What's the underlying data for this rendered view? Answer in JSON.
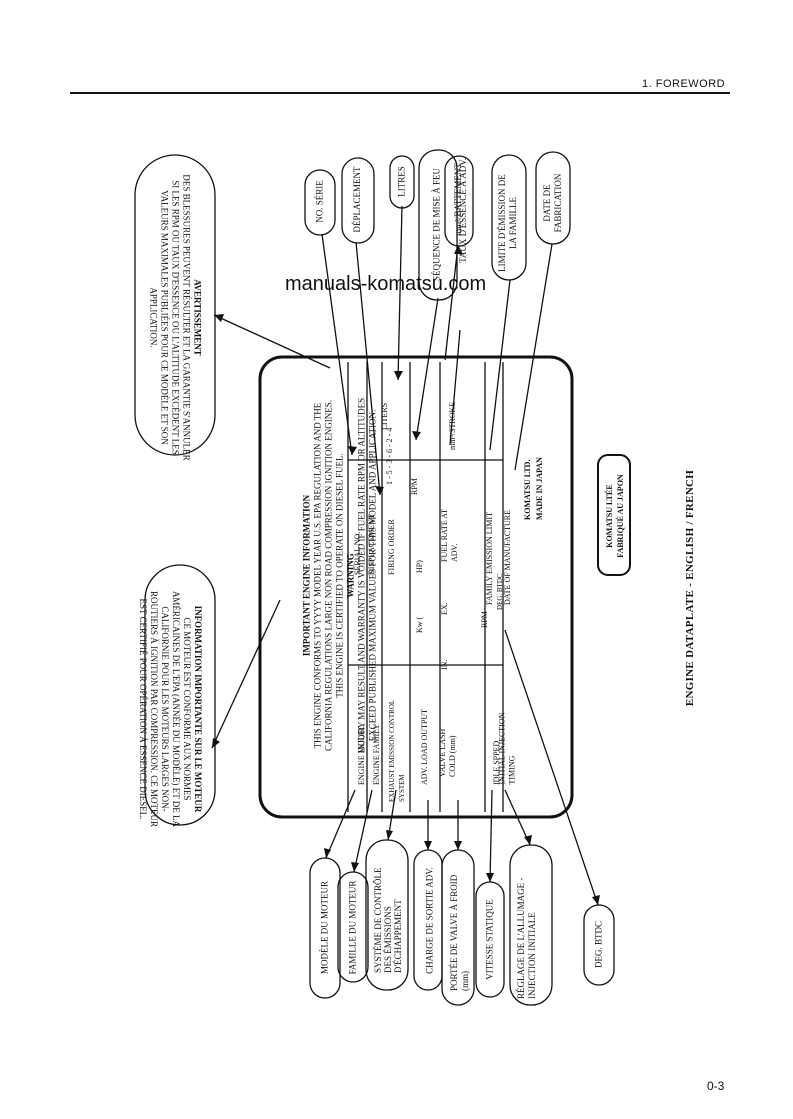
{
  "header": {
    "section": "1.   FOREWORD"
  },
  "watermark": "manuals-komatsu.com",
  "page_number": "0-3",
  "figure_caption": "ENGINE DATAPLATE - ENGLISH / FRENCH",
  "avertissement": {
    "title": "AVERTISSEMENT",
    "text": "DES BLESSURES PEUVENT RÉSULTER ET LA GARANTIE S'ANNULER SI LES RPM OU TAUX D'ESSENCE OU L'ALTITUDE EXCÈDENT LES VALEURS MAXIMALES PUBLIÉES POUR CE MODÈLE ET SON APPLICATION."
  },
  "information": {
    "title": "INFORMATION IMPORTANTE SUR LE MOTEUR",
    "text": "CE MOTEUR EST CONFORME AUX NORMES AMÉRICAINES DE L'EPA (ANNÉE DU MODÈLE) ET DE LA CALIFORNIE POUR LES MOTEURS LARGES NON-ROUTIERS À IGNITION PAR COMPRESSION. CE MOTEUR EST CERTIFIÉ POUR OPÉRATION À ESSENCE DIESEL."
  },
  "plate": {
    "title": "IMPORTANT ENGINE INFORMATION",
    "text": "THIS ENGINE CONFORMS TO YYYY MODEL YEAR U.S. EPA REGULATION AND THE CALIFORNIA REGULATIONS LARGE NON ROAD COMPRESSION IGNITION ENGINES. THIS ENGINE IS CERTIFIED TO OPERATE ON DIESEL FUEL.",
    "warning_title": "WARNING",
    "warning_text": "INJURY MAY RESULT AND WARRANTY IS VOIDED IF FUEL RATE RPM OR ALTITUDES EXCEED PUBLISHED MAXIMUM VALUES FOR THIS MODEL AND APPLICATION.",
    "left_rows": [
      "ENGINE MODEL",
      "ENGINE FAMILY",
      "EXHAUST EMISSION CONTROL SYSTEM",
      "ADV. LOAD OUTPUT",
      "VALVE LASH COLD (mm)",
      "IDLE SPPED",
      "INITIAL INJECTION TIMING"
    ],
    "right_rows": [
      "SERIAL NO.",
      "DISPLACEMENT",
      "FIRING ORDER",
      "FUEL RATE AT ADV.",
      "FAMILY EMISSION LIMIT",
      "DATE OF MANUFACTURE"
    ],
    "liters": "LITERS",
    "firing": "1 - 5 - 3 - 6 - 2 - 4",
    "rpm": "RPM",
    "stroke": "mm³/STROKE",
    "kw": "Kw (",
    "hp": "HP)",
    "in": "IN.",
    "ex": "EX.",
    "rpm2": "RPM",
    "deg": "DEG. BTDC",
    "maker": "KOMATSU LTD.",
    "made": "MADE IN JAPAN"
  },
  "top_labels": [
    "NO. SÉRIE",
    "DÉPLACEMENT",
    "LITRES",
    "SÉQUENCE DE MISE À FEU",
    "mm³/BATTEMENT",
    "TAUX D'ESSENCE À ADV.",
    "LIMITE D'ÉMISSION DE LA FAMILLE",
    "DATE DE FABRICATION"
  ],
  "bottom_labels": [
    "MODÈLE DU MOTEUR",
    "FAMILLE DU MOTEUR",
    "SYSTÈME DE CONTRÔLE DES ÉMISSIONS D'ÉCHAPPEMENT",
    "CHARGE DE SORTIE ADV.",
    "PORTÉE DE VALVE À FROID (mm)",
    "VITESSE STATIQUE",
    "RÉGLAGE DE L'ALLUMAGE - INJECTION INITIALE",
    "DEG. BTDC"
  ],
  "komatsu_fr": {
    "line1": "KOMATSU LTÉE",
    "line2": "FABRIQUÉ AU JAPON"
  }
}
